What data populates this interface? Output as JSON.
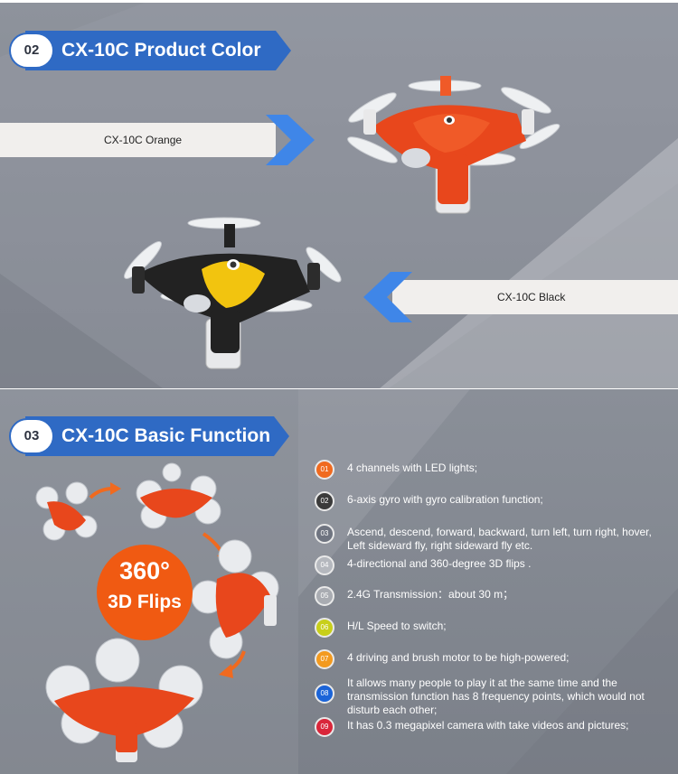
{
  "section_colors": {
    "header": {
      "num": "02",
      "title": "CX-10C Product Color"
    },
    "orange_label": "CX-10C Orange",
    "black_label": "CX-10C Black"
  },
  "section_functions": {
    "header": {
      "num": "03",
      "title": "CX-10C Basic Function"
    },
    "flip_badge": {
      "number": "360°",
      "label": "3D Flips"
    },
    "features": [
      {
        "num": "01",
        "color": "#f06a1f",
        "text": "4 channels with LED lights;"
      },
      {
        "num": "02",
        "color": "#3b3b3b",
        "text": "6-axis gyro with gyro calibration function;"
      },
      {
        "num": "03",
        "color": "#6f7480",
        "text": "Ascend, descend, forward, backward, turn left, turn right, hover, Left sideward fly, right sideward fly etc."
      },
      {
        "num": "04",
        "color": "#b5b8be",
        "text": "4-directional and 360-degree 3D flips ."
      },
      {
        "num": "05",
        "color": "#a9acb2",
        "text": "2.4G Transmission：about 30 m；"
      },
      {
        "num": "06",
        "color": "#c8cf1a",
        "text": "H/L Speed to switch;"
      },
      {
        "num": "07",
        "color": "#f39a1f",
        "text": "4 driving and brush motor to be high-powered;"
      },
      {
        "num": "08",
        "color": "#1b64d8",
        "text": "It allows many people to play it at the same time and the transmission function has 8 frequency points, which would not disturb each other;"
      },
      {
        "num": "09",
        "color": "#d9263a",
        "text": "It has 0.3 megapixel camera with take videos and pictures;"
      }
    ]
  },
  "colors": {
    "header_blue": "#2f6ac4",
    "arrow_blue": "#3f86e8",
    "drone_orange": "#e8471c",
    "drone_black": "#222222",
    "accent_yellow": "#f2c40f"
  },
  "icons": [
    "drone-orange-image",
    "drone-black-image",
    "right-arrow-icon",
    "left-arrow-icon",
    "curved-arrow-icon"
  ]
}
